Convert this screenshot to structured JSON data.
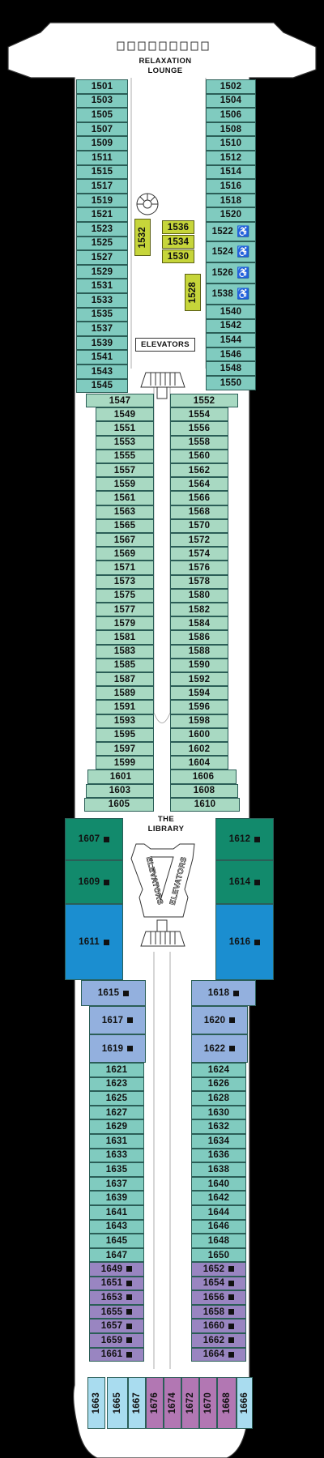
{
  "labels": {
    "relaxation_lounge": "RELAXATION\nLOUNGE",
    "elevators": "ELEVATORS",
    "the_library": "THE\nLIBRARY",
    "elevators_rot": "ELEVATORS"
  },
  "cabins": {
    "fwd_port": [
      "1501",
      "1503",
      "1505",
      "1507",
      "1509",
      "1511",
      "1515",
      "1517",
      "1519",
      "1521",
      "1523",
      "1525",
      "1527",
      "1529",
      "1531",
      "1533",
      "1535",
      "1537",
      "1539",
      "1541",
      "1543",
      "1545"
    ],
    "fwd_stbd": [
      "1502",
      "1504",
      "1506",
      "1508",
      "1510",
      "1512",
      "1514",
      "1516",
      "1518",
      "1520",
      "1522",
      "1524",
      "1526",
      "1538",
      "1540",
      "1542",
      "1544",
      "1546",
      "1548",
      "1550"
    ],
    "fwd_stbd_accessible": [
      "1522",
      "1524",
      "1526",
      "1538"
    ],
    "inner": [
      "1536",
      "1534",
      "1530",
      "1532",
      "1528"
    ],
    "mid_port": [
      "1547",
      "1549",
      "1551",
      "1553",
      "1555",
      "1557",
      "1559",
      "1561",
      "1563",
      "1565",
      "1567",
      "1569",
      "1571",
      "1573",
      "1575",
      "1577",
      "1579",
      "1581",
      "1583",
      "1585",
      "1587",
      "1589",
      "1591",
      "1593",
      "1595",
      "1597",
      "1599",
      "1601",
      "1603",
      "1605"
    ],
    "mid_stbd": [
      "1552",
      "1554",
      "1556",
      "1558",
      "1560",
      "1562",
      "1564",
      "1566",
      "1568",
      "1570",
      "1572",
      "1574",
      "1576",
      "1578",
      "1580",
      "1582",
      "1584",
      "1586",
      "1588",
      "1590",
      "1592",
      "1594",
      "1596",
      "1598",
      "1600",
      "1602",
      "1604",
      "1606",
      "1608",
      "1610"
    ],
    "suites_green": [
      "1607",
      "1609",
      "1612",
      "1614"
    ],
    "suites_blue": [
      "1611",
      "1616"
    ],
    "suites_lblue": [
      "1615",
      "1617",
      "1619",
      "1618",
      "1620",
      "1622"
    ],
    "aft_port": [
      "1621",
      "1623",
      "1625",
      "1627",
      "1629",
      "1631",
      "1633",
      "1635",
      "1637",
      "1639",
      "1641",
      "1643",
      "1645",
      "1647"
    ],
    "aft_stbd": [
      "1624",
      "1626",
      "1628",
      "1630",
      "1632",
      "1634",
      "1636",
      "1638",
      "1640",
      "1642",
      "1644",
      "1646",
      "1648",
      "1650"
    ],
    "aft_port_purple": [
      "1649",
      "1651",
      "1653",
      "1655",
      "1657",
      "1659",
      "1661"
    ],
    "aft_stbd_purple": [
      "1652",
      "1654",
      "1656",
      "1658",
      "1660",
      "1662",
      "1664"
    ],
    "stern": [
      "1663",
      "1665",
      "1667",
      "1676",
      "1674",
      "1672",
      "1670",
      "1668",
      "1666"
    ]
  }
}
